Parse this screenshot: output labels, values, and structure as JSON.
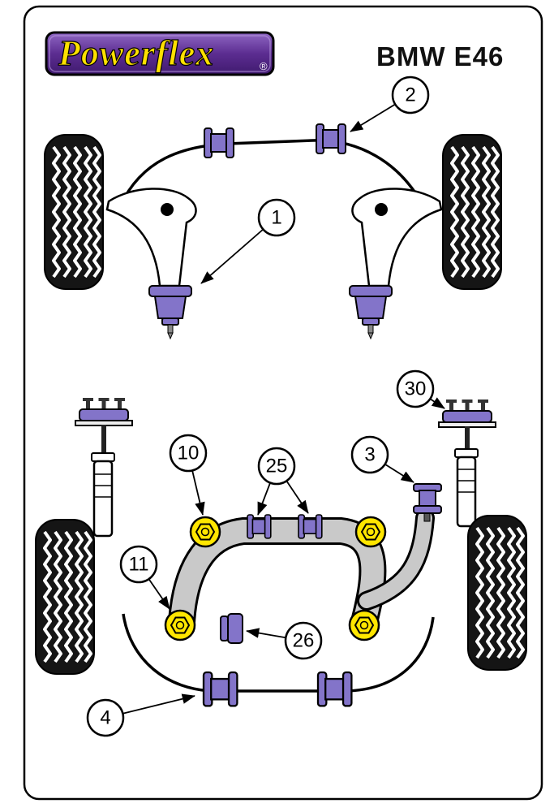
{
  "header": {
    "brand": "Powerflex",
    "registered_mark": "®",
    "model": "BMW E46"
  },
  "callouts": [
    {
      "label": "2"
    },
    {
      "label": "1"
    },
    {
      "label": "30"
    },
    {
      "label": "10"
    },
    {
      "label": "25"
    },
    {
      "label": "3"
    },
    {
      "label": "11"
    },
    {
      "label": "26"
    },
    {
      "label": "4"
    }
  ],
  "colors": {
    "bushing_purple": "#8374c9",
    "bushing_yellow": "#ffe600",
    "logo_purple": "#5c2d91",
    "logo_text_yellow": "#ffe000",
    "subframe_gray": "#c9c9c9",
    "outline_black": "#000000"
  }
}
